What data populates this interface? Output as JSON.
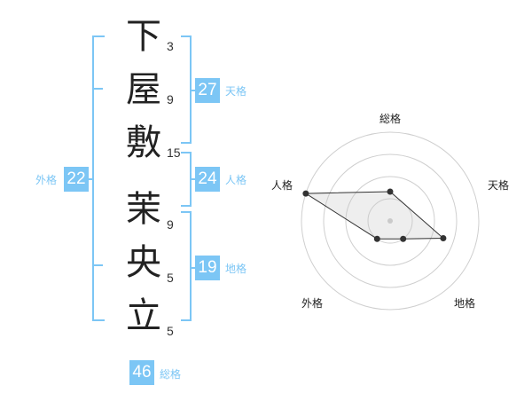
{
  "name": {
    "chars": [
      {
        "char": "下",
        "strokes": "3"
      },
      {
        "char": "屋",
        "strokes": "9"
      },
      {
        "char": "敷",
        "strokes": "15"
      },
      {
        "char": "茉",
        "strokes": "9"
      },
      {
        "char": "央",
        "strokes": "5"
      },
      {
        "char": "立",
        "strokes": "5"
      }
    ]
  },
  "kaku": {
    "tenkaku": {
      "value": "27",
      "label": "天格"
    },
    "jinkaku": {
      "value": "24",
      "label": "人格"
    },
    "chikaku": {
      "value": "19",
      "label": "地格"
    },
    "gaikaku": {
      "value": "22",
      "label": "外格"
    },
    "soukaku": {
      "value": "46",
      "label": "総格"
    }
  },
  "chart_data": {
    "type": "radar",
    "axes": [
      "総格",
      "天格",
      "地格",
      "外格",
      "人格"
    ],
    "rings": 4,
    "values": [
      0.33,
      0.63,
      0.25,
      0.25,
      1.0
    ]
  }
}
